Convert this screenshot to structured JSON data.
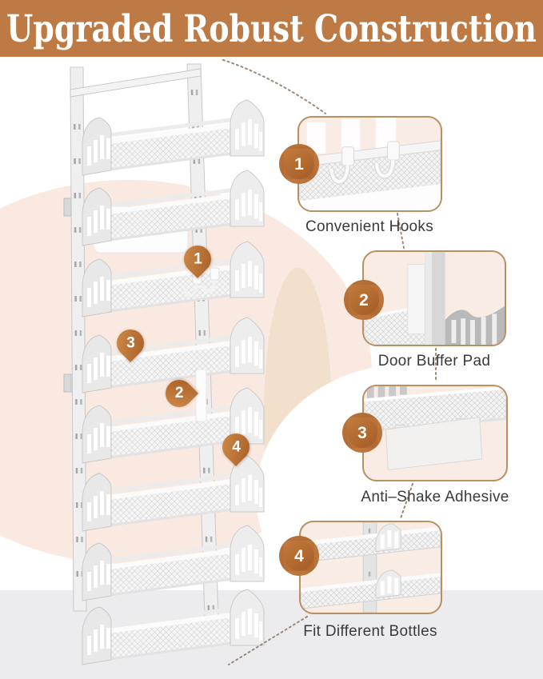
{
  "header": {
    "title": "Upgraded Robust Construction"
  },
  "features": [
    {
      "number": "1",
      "caption": "Convenient Hooks"
    },
    {
      "number": "2",
      "caption": "Door Buffer Pad"
    },
    {
      "number": "3",
      "caption": "Anti–Shake Adhesive"
    },
    {
      "number": "4",
      "caption": "Fit Different Bottles"
    }
  ],
  "product": {
    "shelf_count": 8
  },
  "colors": {
    "header_bg": "#bd7a44",
    "accent_orange": "#b2682f",
    "badge_ring": "rgba(191,122,69,0.45)",
    "inset_bg": "#f9ece5",
    "inset_border": "#b98f66",
    "blob_pink": "#f9e9e1",
    "blob_beige": "#f3e0cc",
    "floor_gray": "#ececee",
    "connector": "#9a8875"
  }
}
